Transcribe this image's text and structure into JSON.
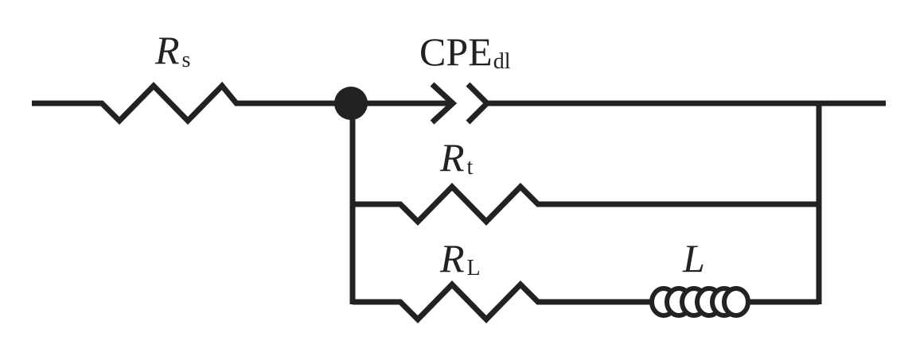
{
  "diagram": {
    "stroke_color": "#222222",
    "background": "#ffffff",
    "components": {
      "rs": {
        "symbol": "R",
        "subscript": "s",
        "kind": "resistor"
      },
      "cpe": {
        "symbol": "CPE",
        "subscript": "dl",
        "kind": "constant-phase-element"
      },
      "rt": {
        "symbol": "R",
        "subscript": "t",
        "kind": "resistor"
      },
      "rl": {
        "symbol": "R",
        "subscript": "L",
        "kind": "resistor"
      },
      "l": {
        "symbol": "L",
        "subscript": "",
        "kind": "inductor"
      }
    },
    "junction": "node-dot"
  }
}
